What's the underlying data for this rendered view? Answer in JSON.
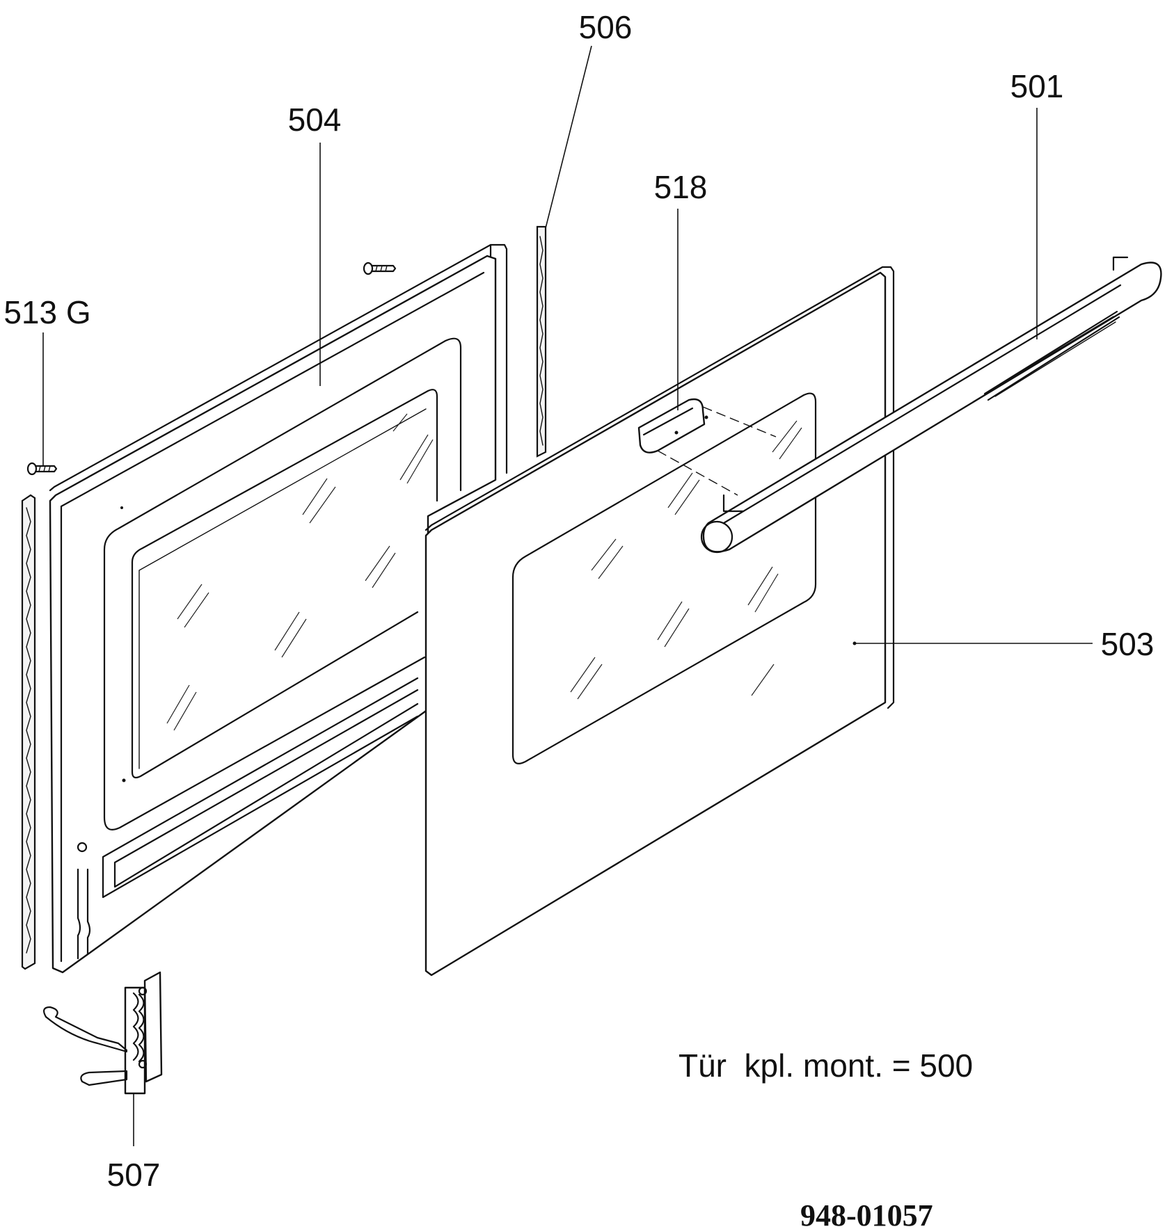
{
  "labels": {
    "p501": "501",
    "p503": "503",
    "p504": "504",
    "p506": "506",
    "p507": "507",
    "p513": "513 G",
    "p518": "518"
  },
  "note": "Tür  kpl. mont. = 500",
  "drawing_number": "948-01057"
}
